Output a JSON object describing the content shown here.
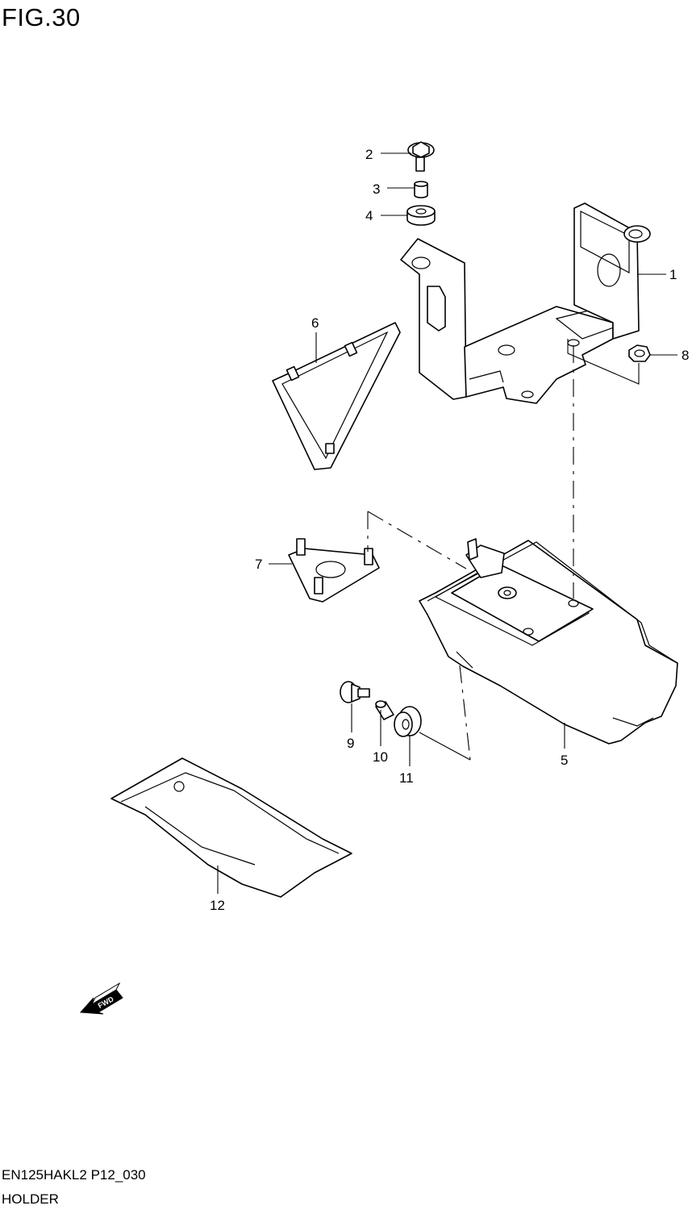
{
  "figure": {
    "title": "FIG.30",
    "model_code": "EN125HAKL2 P12_030",
    "name": "HOLDER"
  },
  "callouts": [
    "1",
    "2",
    "3",
    "4",
    "5",
    "6",
    "7",
    "8",
    "9",
    "10",
    "11",
    "12"
  ],
  "fwd_label": "FWD",
  "fwd_icon": "fwd-arrow-icon"
}
